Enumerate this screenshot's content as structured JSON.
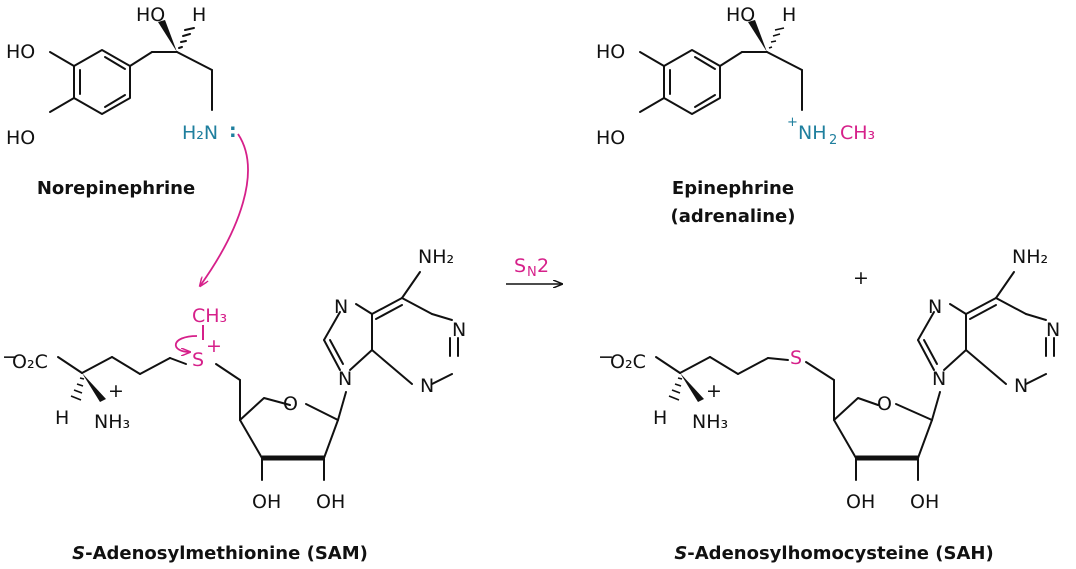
{
  "colors": {
    "ink": "#111111",
    "nitrogen_highlight": "#1f7f9e",
    "methyl_highlight": "#d6208a"
  },
  "reaction": {
    "condition_s": "S",
    "condition_n": "N",
    "condition_2": "2",
    "plus": "+"
  },
  "labels": {
    "ho": "HO",
    "h": "H",
    "oh": "OH",
    "h2n": "H₂N",
    "lone_pair": ":",
    "nh2": "NH₂",
    "nh2_top": "NH",
    "sub2": "2",
    "ch3": "CH₃",
    "plus": "+",
    "minus": "−",
    "o2c": "O₂C",
    "nh3": "NH₃",
    "s": "S",
    "n": "N",
    "o": "O"
  },
  "captions": {
    "norepinephrine": "Norepinephrine",
    "epinephrine": "Epinephrine",
    "adrenaline": "(adrenaline)",
    "sam_italic": "S",
    "sam_rest": "-Adenosylmethionine (SAM)",
    "sah_italic": "S",
    "sah_rest": "-Adenosylhomocysteine (SAH)"
  }
}
